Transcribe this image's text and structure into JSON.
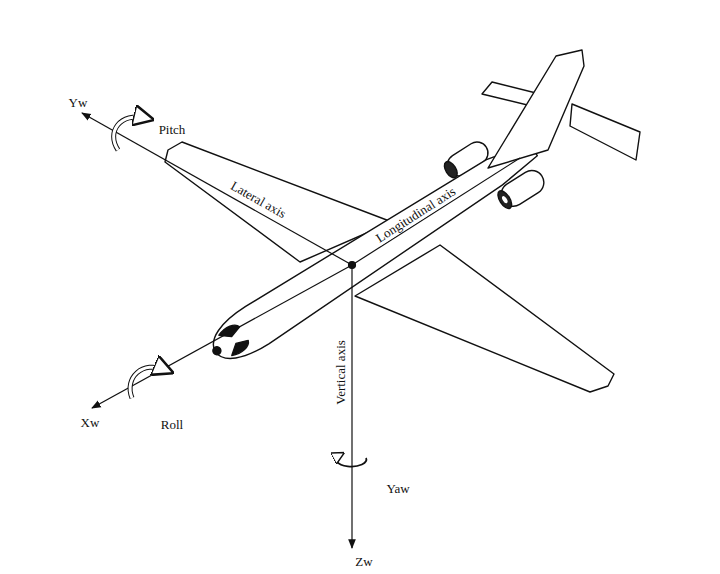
{
  "diagram": {
    "labels": [
      "Yw",
      "Pitch",
      "Lateral axis",
      "Longitudinal axis",
      "Xw",
      "Roll",
      "Vertical axis",
      "Yaw",
      "Zw"
    ]
  }
}
